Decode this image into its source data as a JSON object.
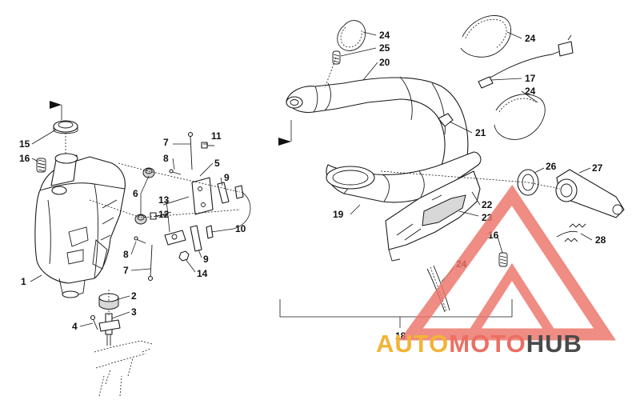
{
  "callouts": {
    "c1": "1",
    "c2": "2",
    "c3": "3",
    "c4": "4",
    "c5": "5",
    "c6": "6",
    "c7a": "7",
    "c7b": "7",
    "c8a": "8",
    "c8b": "8",
    "c9a": "9",
    "c9b": "9",
    "c10": "10",
    "c11": "11",
    "c12": "12",
    "c13": "13",
    "c14": "14",
    "c15": "15",
    "c16a": "16",
    "c16b": "16",
    "c17": "17",
    "c18": "18",
    "c19": "19",
    "c20": "20",
    "c21": "21",
    "c22": "22",
    "c23": "23",
    "c24a": "24",
    "c24b": "24",
    "c24c": "24",
    "c24d": "24",
    "c25": "25",
    "c26": "26",
    "c27": "27",
    "c28": "28"
  },
  "watermark": {
    "word_a": "AUTO",
    "word_b": "MOTO",
    "word_c": "HUB",
    "color_a": "#f2b437",
    "color_b": "#ec6e62",
    "color_c": "#4a4a4a",
    "triangle_color": "#ec7469"
  }
}
